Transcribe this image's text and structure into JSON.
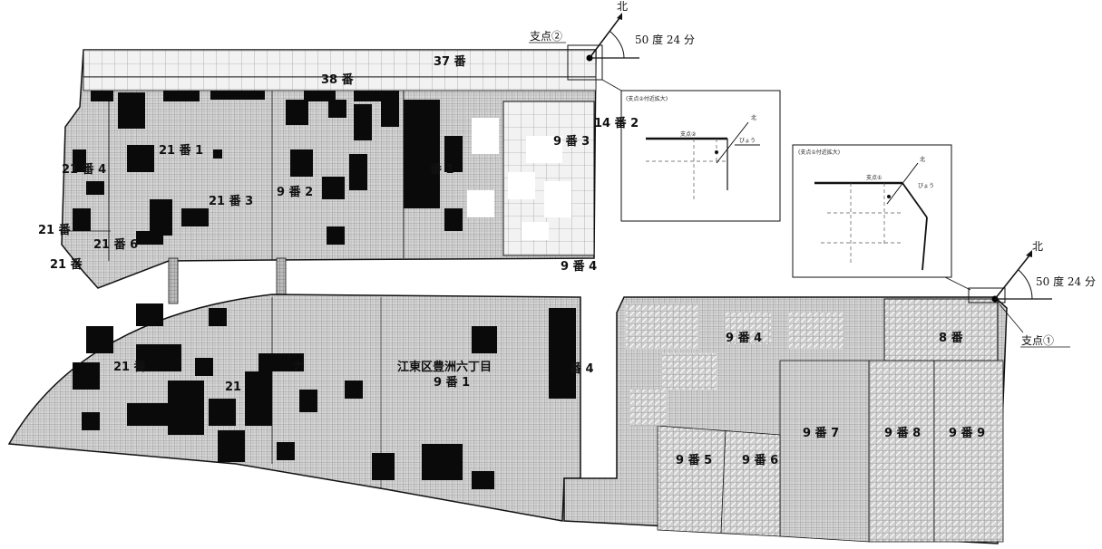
{
  "north_top": {
    "label": "北",
    "angle_text": "50 度 24 分",
    "point_label": "支点②"
  },
  "north_right": {
    "label": "北",
    "angle_text": "50 度 24 分",
    "point_label": "支点①"
  },
  "inset_upper": {
    "title": "(支点②付近拡大)",
    "point_label": "支点②",
    "north_label": "北",
    "marker_label": "びょう"
  },
  "inset_right": {
    "title": "(支点①付近拡大)",
    "point_label": "支点①",
    "north_label": "北",
    "marker_label": "びょう"
  },
  "lots": {
    "l37": "37 番",
    "l38": "38 番",
    "l14_2": "14 番 2",
    "l9_3": "9 番 3",
    "l21_1": "21 番 1",
    "l21_4": "21 番 4",
    "l9_1_top": "番 1",
    "l21_3": "21 番 3",
    "l9_2": "9 番 2",
    "l21_a": "21 番",
    "l21_6": "21 番 6",
    "l21_b": "21 番",
    "l9_4_mid": "9 番 4",
    "l21_c": "21 番",
    "l21_d": "21",
    "l_na": "ナ",
    "l_town": "江東区豊洲六丁目",
    "l9_1": "9 番 1",
    "l_4": "番 4",
    "l9_4_right": "9 番 4",
    "l8": "8 番",
    "l9_7": "9 番 7",
    "l9_8": "9 番 8",
    "l9_9": "9 番 9",
    "l9_5": "9 番 5",
    "l9_6": "9 番 6"
  }
}
